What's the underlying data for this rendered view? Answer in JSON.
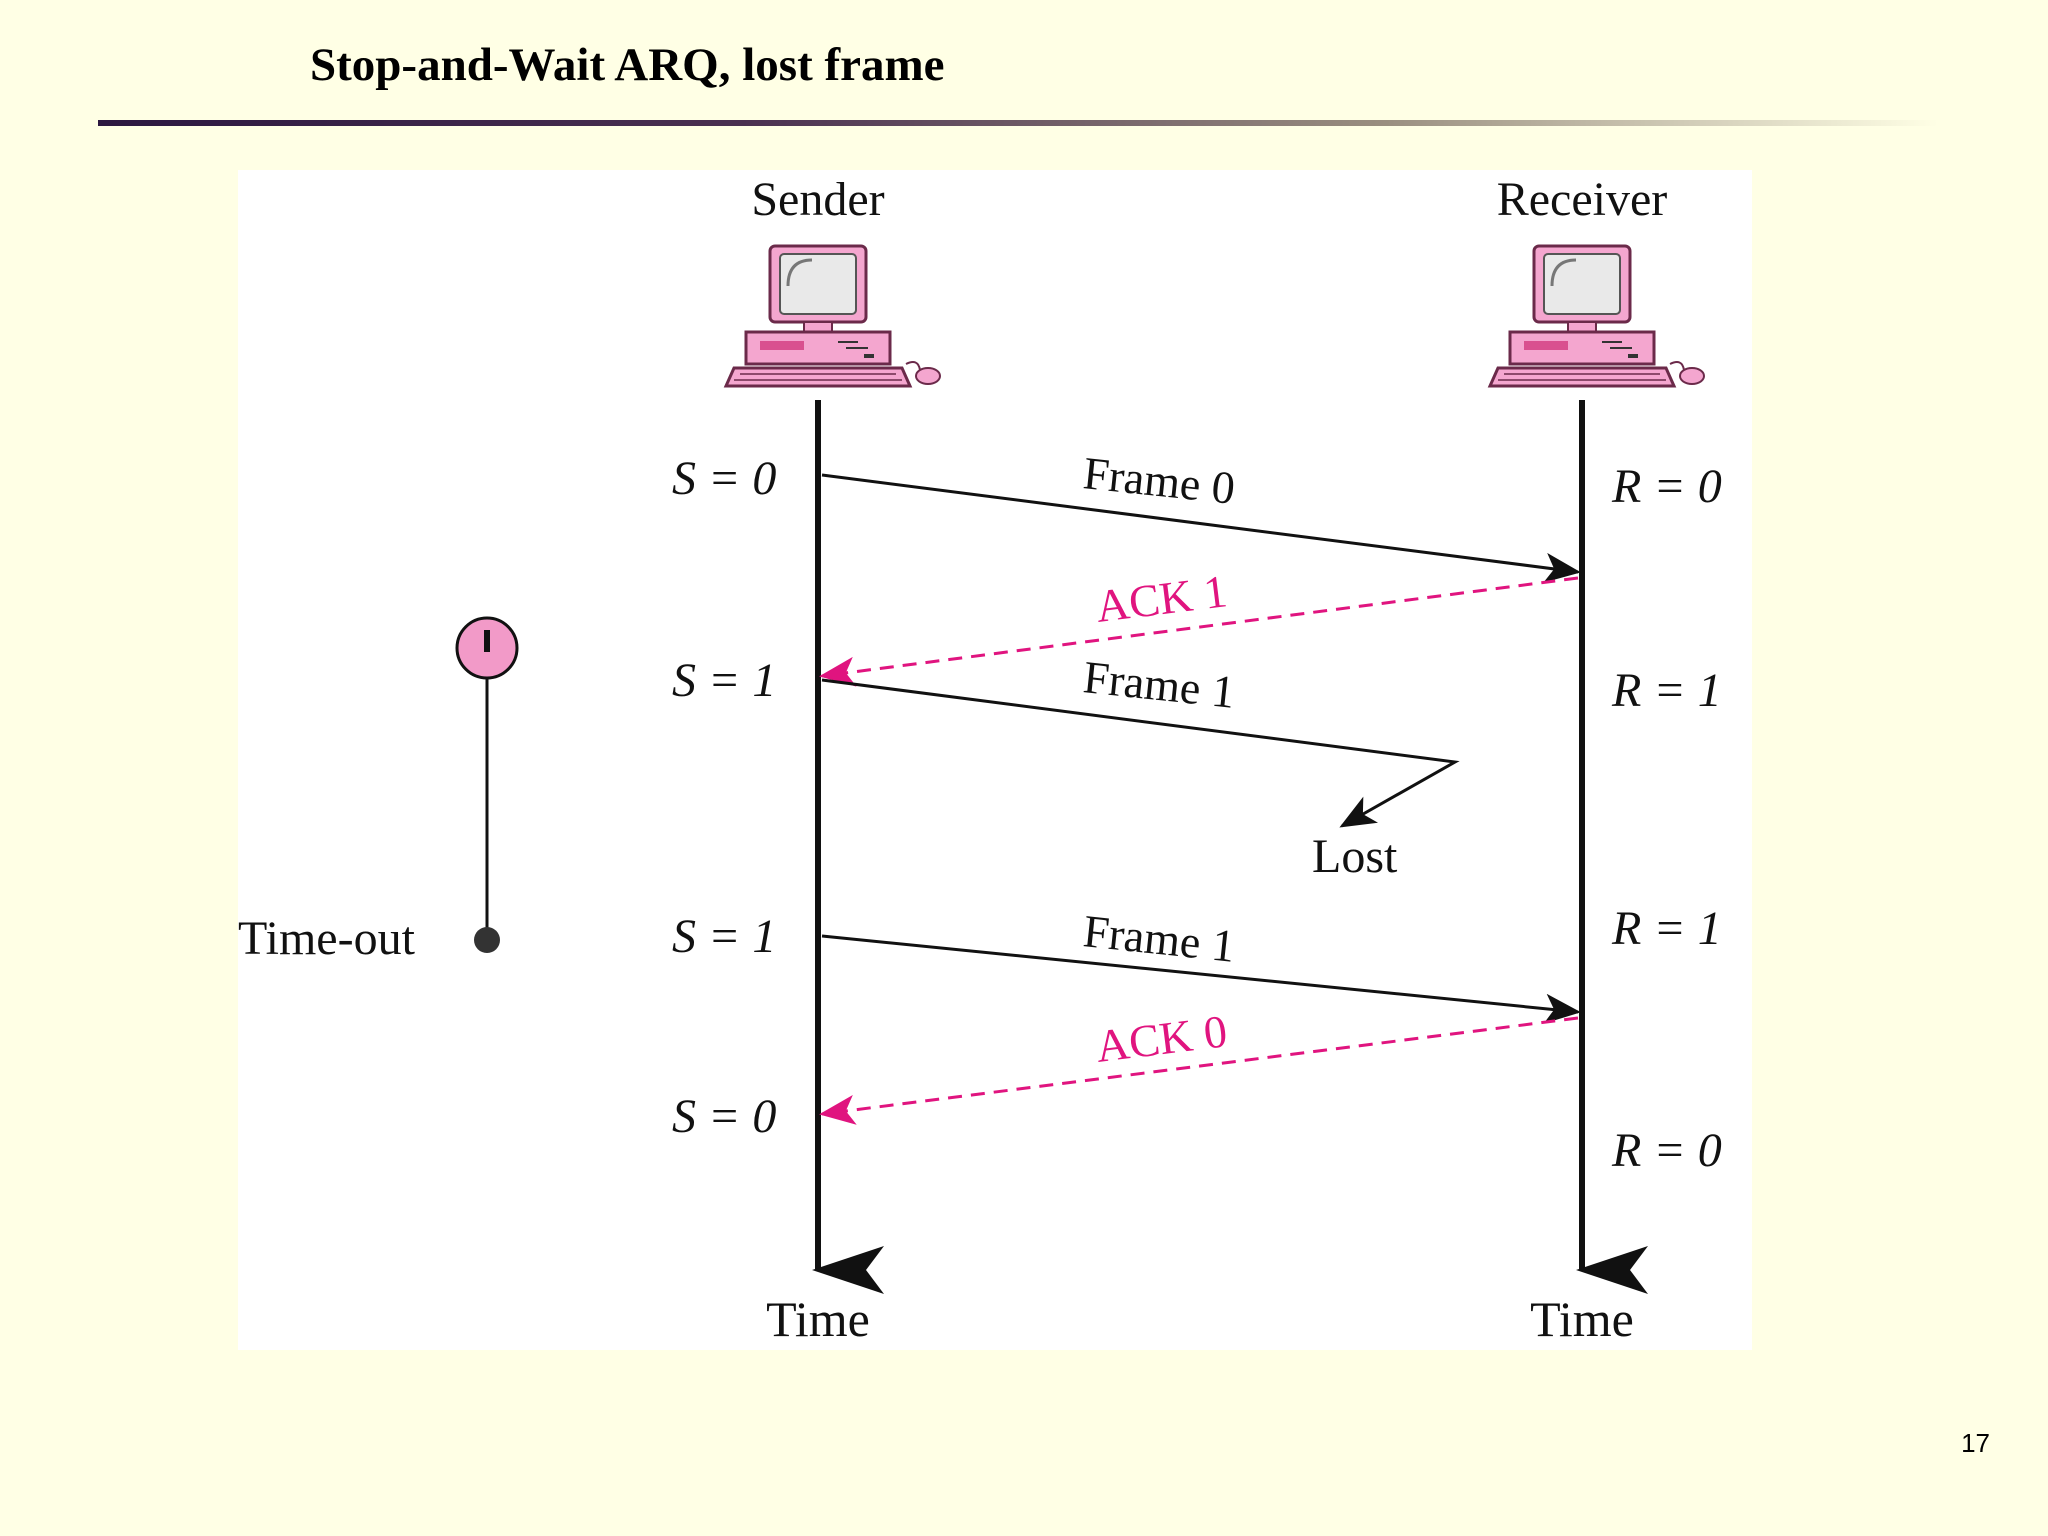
{
  "slide": {
    "title": "Stop-and-Wait ARQ, lost frame",
    "page_number": "17"
  },
  "diagram": {
    "sender_label": "Sender",
    "receiver_label": "Receiver",
    "time_label_sender": "Time",
    "time_label_receiver": "Time",
    "timer_label": "Time-out",
    "lost_label": "Lost",
    "sender_states": [
      "S = 0",
      "S = 1",
      "S = 1",
      "S = 0"
    ],
    "receiver_states": [
      "R = 0",
      "R = 1",
      "R = 1",
      "R = 0"
    ],
    "messages": [
      {
        "label": "Frame 0",
        "kind": "frame"
      },
      {
        "label": "ACK 1",
        "kind": "ack"
      },
      {
        "label": "Frame 1",
        "kind": "frame-lost"
      },
      {
        "label": "Frame 1",
        "kind": "frame"
      },
      {
        "label": "ACK 0",
        "kind": "ack"
      }
    ],
    "colors": {
      "frame": "#111111",
      "ack": "#e0147f",
      "computer": "#f4a6cf",
      "timer": "#f29ac8",
      "background": "#ffffe5"
    }
  }
}
